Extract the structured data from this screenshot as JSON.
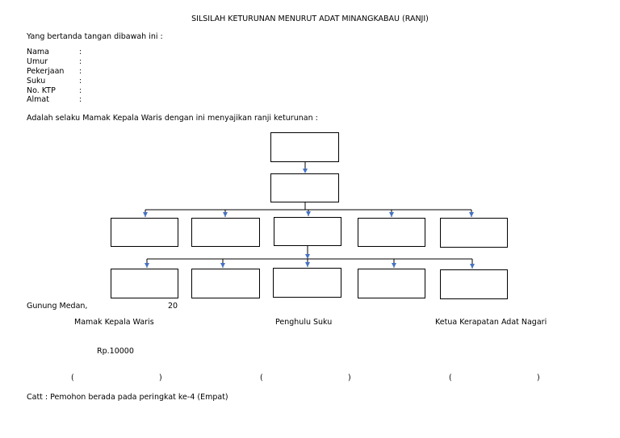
{
  "title": "SILSILAH KETURUNAN MENURUT ADAT MINANGKABAU (RANJI)",
  "intro": "Yang bertanda tangan dibawah ini :",
  "fields": [
    {
      "label": "Nama",
      "sep": ":"
    },
    {
      "label": "Umur",
      "sep": ":"
    },
    {
      "label": "Pekerjaan",
      "sep": ":"
    },
    {
      "label": "Suku",
      "sep": ":"
    },
    {
      "label": "No. KTP",
      "sep": ":"
    },
    {
      "label": "Almat",
      "sep": ":"
    }
  ],
  "statement": "Adalah selaku Mamak Kepala Waris dengan ini menyajikan ranji keturunan :",
  "place": "Gunung Medan,",
  "year": "20",
  "signatories": [
    "Mamak Kepala Waris",
    "Penghulu Suku",
    "Ketua Kerapatan Adat Nagari"
  ],
  "stamp": "Rp.10000",
  "paren_open": "(",
  "paren_close": ")",
  "note": "Catt : Pemohon berada pada peringkat ke-4 (Empat)",
  "colors": {
    "connector": "#000000",
    "arrow": "#4472c4"
  }
}
